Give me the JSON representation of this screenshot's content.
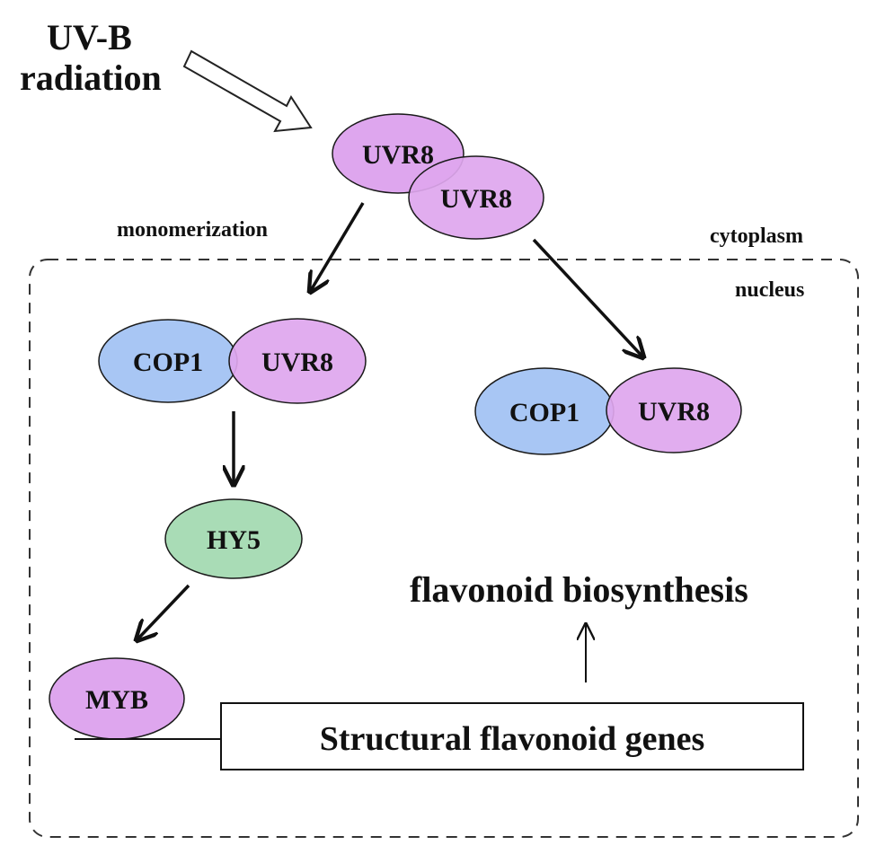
{
  "stimulus": {
    "line1": "UV-B",
    "line2": "radiation"
  },
  "labels": {
    "monomerization": "monomerization",
    "cytoplasm": "cytoplasm",
    "nucleus": "nucleus",
    "output": "flavonoid biosynthesis"
  },
  "nodes": {
    "dimer_a": "UVR8",
    "dimer_b": "UVR8",
    "left_cop1": "COP1",
    "left_uvr8": "UVR8",
    "right_cop1": "COP1",
    "right_uvr8": "UVR8",
    "hy5": "HY5",
    "myb": "MYB"
  },
  "gene_box": "Structural flavonoid genes",
  "colors": {
    "uvr8_fill": "#dea6ee",
    "cop1_fill": "#a8c6f4",
    "hy5_fill": "#a9dcb6",
    "myb_fill": "#dea6ee",
    "stroke": "#1a1a1a"
  }
}
